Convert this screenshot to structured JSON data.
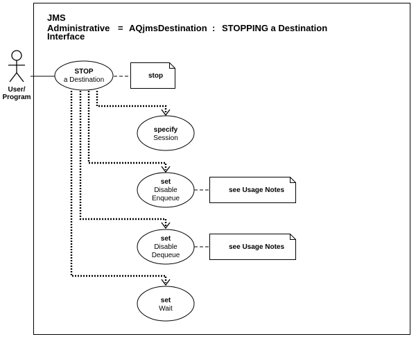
{
  "title": {
    "line1": "JMS",
    "line2_part1": "Administrative",
    "line2_sep1": "=",
    "line2_part2": "AQjmsDestination",
    "line2_sep2": ":",
    "line2_part3": "STOPPING a Destination",
    "line3": "Interface"
  },
  "actor": {
    "line1": "User/",
    "line2": "Program"
  },
  "main_use_case": {
    "line1": "STOP",
    "line2": "a Destination"
  },
  "main_note": "stop",
  "steps": [
    {
      "line1": "specify",
      "line2": "Session",
      "line3": ""
    },
    {
      "line1": "set",
      "line2": "Disable",
      "line3": "Enqueue"
    },
    {
      "line1": "set",
      "line2": "Disable",
      "line3": "Dequeue"
    },
    {
      "line1": "set",
      "line2": "Wait",
      "line3": ""
    }
  ],
  "step_notes": [
    "see Usage Notes",
    "see Usage Notes"
  ]
}
